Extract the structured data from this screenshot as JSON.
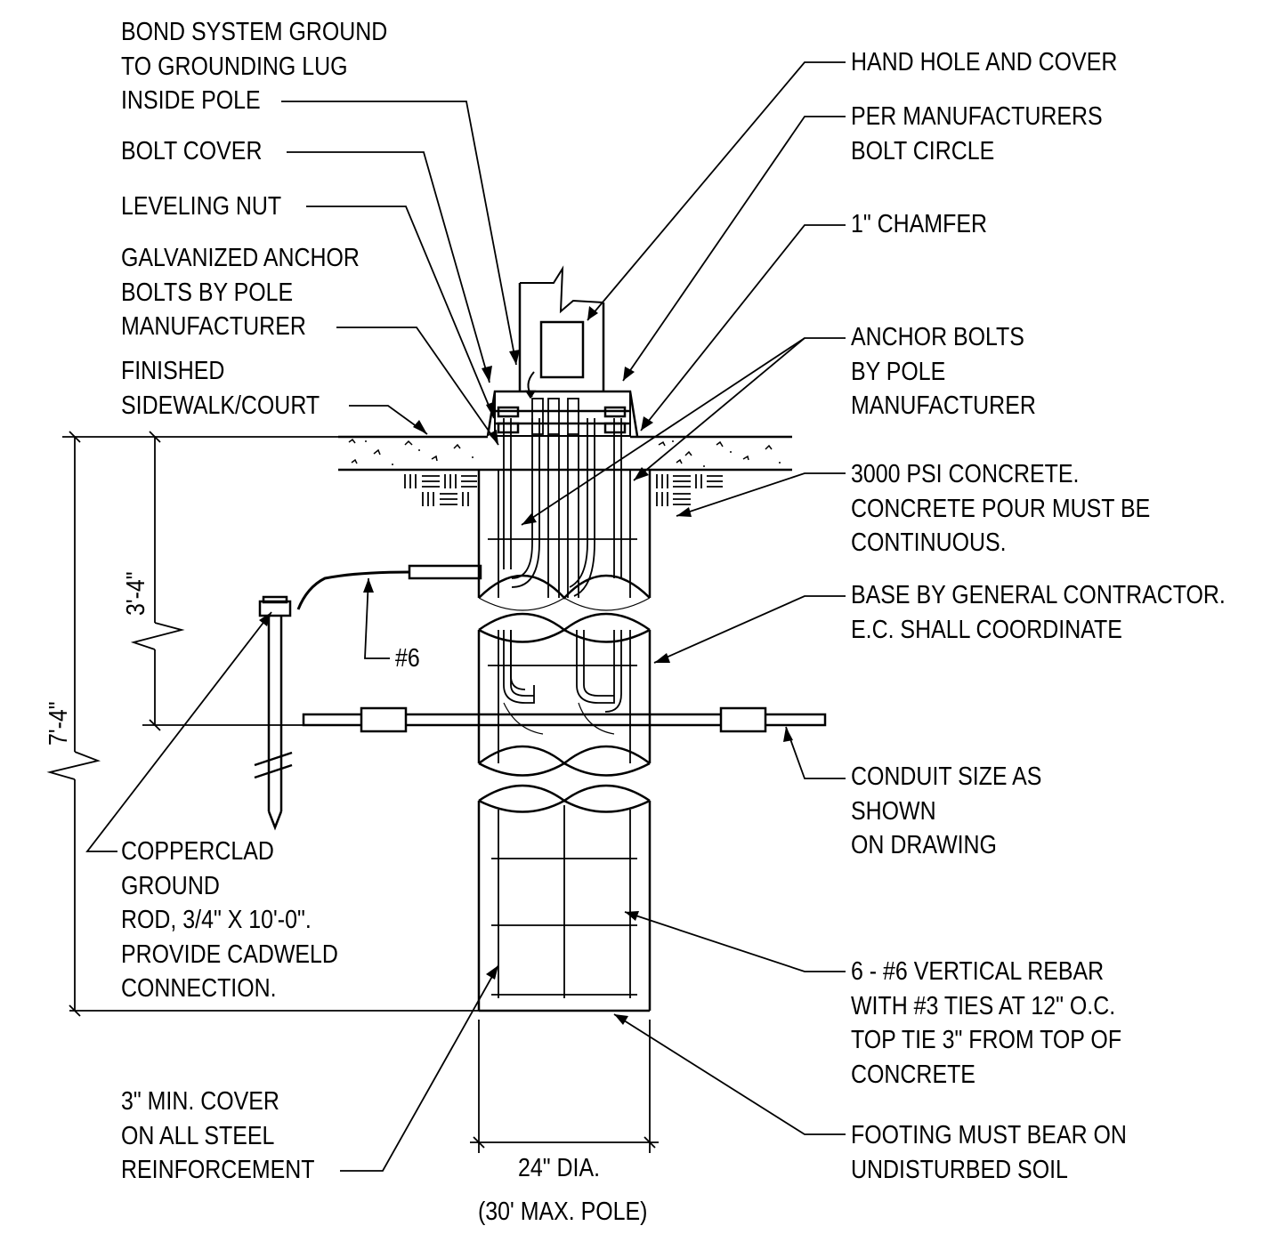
{
  "labels": {
    "bond_ground": [
      "BOND SYSTEM GROUND",
      "TO GROUNDING LUG",
      "INSIDE POLE"
    ],
    "bolt_cover": [
      "BOLT COVER"
    ],
    "leveling_nut": [
      "LEVELING NUT"
    ],
    "galv_anchor": [
      "GALVANIZED ANCHOR",
      "BOLTS BY POLE",
      "MANUFACTURER"
    ],
    "finished_sidewalk": [
      "FINISHED",
      "SIDEWALK/COURT"
    ],
    "hand_hole": [
      "HAND HOLE AND COVER"
    ],
    "bolt_circle": [
      "PER MANUFACTURERS",
      "BOLT CIRCLE"
    ],
    "chamfer": [
      "1\" CHAMFER"
    ],
    "anchor_bolts": [
      "ANCHOR BOLTS",
      "BY POLE",
      "MANUFACTURER"
    ],
    "concrete": [
      "3000 PSI CONCRETE.",
      "CONCRETE POUR MUST BE",
      "CONTINUOUS."
    ],
    "base_by_gc": [
      "BASE BY GENERAL CONTRACTOR.",
      "E.C. SHALL COORDINATE"
    ],
    "wire_6": [
      "#6"
    ],
    "conduit": [
      "CONDUIT SIZE AS",
      "SHOWN",
      "ON DRAWING"
    ],
    "ground_rod": [
      "COPPERCLAD",
      "GROUND",
      "ROD, 3/4\" X 10'-0\".",
      "PROVIDE CADWELD",
      "CONNECTION."
    ],
    "rebar": [
      "6 - #6 VERTICAL REBAR",
      "WITH #3 TIES AT 12\" O.C.",
      "TOP TIE 3\" FROM TOP OF",
      "CONCRETE"
    ],
    "min_cover": [
      "3\" MIN. COVER",
      "ON ALL STEEL",
      "REINFORCEMENT"
    ],
    "footing_bear": [
      "FOOTING MUST BEAR ON",
      "UNDISTURBED SOIL"
    ]
  },
  "dimensions": {
    "depth_upper": "3'-4\"",
    "depth_total": "7'-4\"",
    "diameter": "24\" DIA.",
    "max_pole": "(30' MAX. POLE)"
  }
}
